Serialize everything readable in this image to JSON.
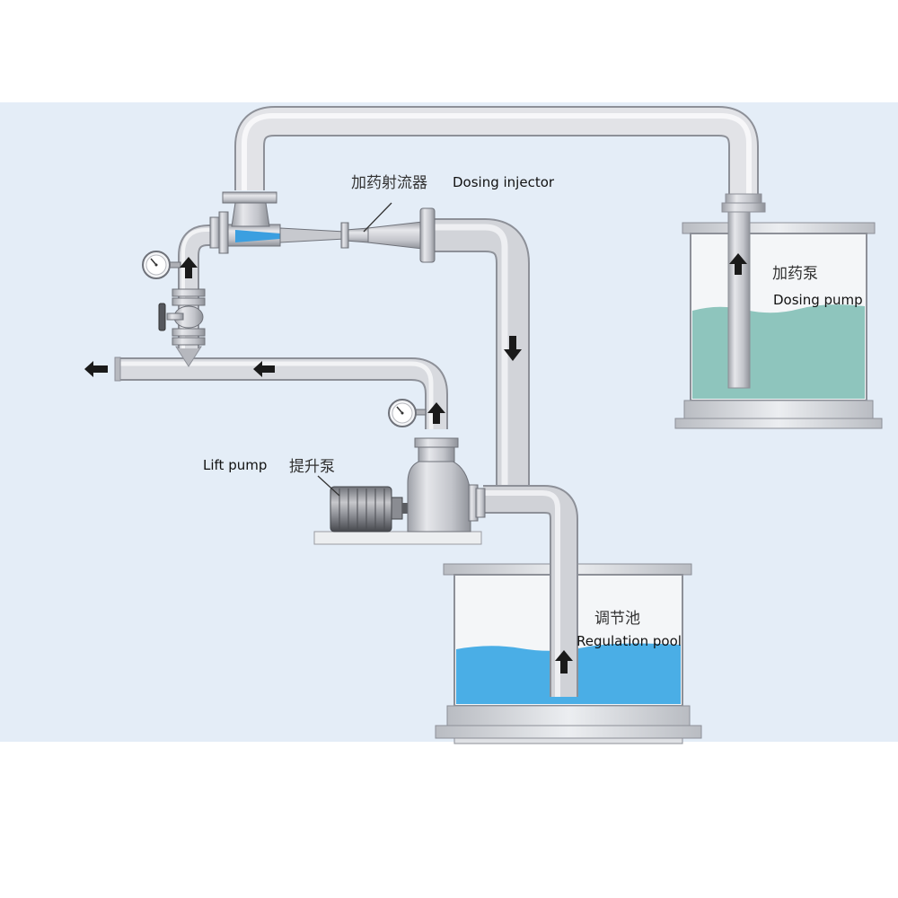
{
  "labels": {
    "dosing_injector_cn": "加药射流器",
    "dosing_injector_en": "Dosing injector",
    "dosing_pump_cn": "加药泵",
    "dosing_pump_en": "Dosing pump",
    "lift_pump_en": "Lift pump",
    "lift_pump_cn": "提升泵",
    "regulation_pool_cn": "调节池",
    "regulation_pool_en": "Regulation pool"
  },
  "colors": {
    "background_panel": "#e4edf7",
    "pipe_fill": "#c9cbd2",
    "pipe_edge": "#8d9098",
    "dosing_liquid": "#8ec5bd",
    "pool_water": "#4aaee6",
    "injector_nozzle": "#3b9fe0",
    "arrow": "#1a1a1a"
  },
  "flow_arrows": [
    {
      "id": "dosing-pump-up",
      "direction": "up"
    },
    {
      "id": "injector-inlet-up",
      "direction": "up"
    },
    {
      "id": "main-line-left",
      "direction": "left"
    },
    {
      "id": "outlet-left",
      "direction": "left"
    },
    {
      "id": "lift-pump-riser-up",
      "direction": "up"
    },
    {
      "id": "downcomer-down",
      "direction": "down"
    },
    {
      "id": "pool-suction-up",
      "direction": "up"
    }
  ]
}
